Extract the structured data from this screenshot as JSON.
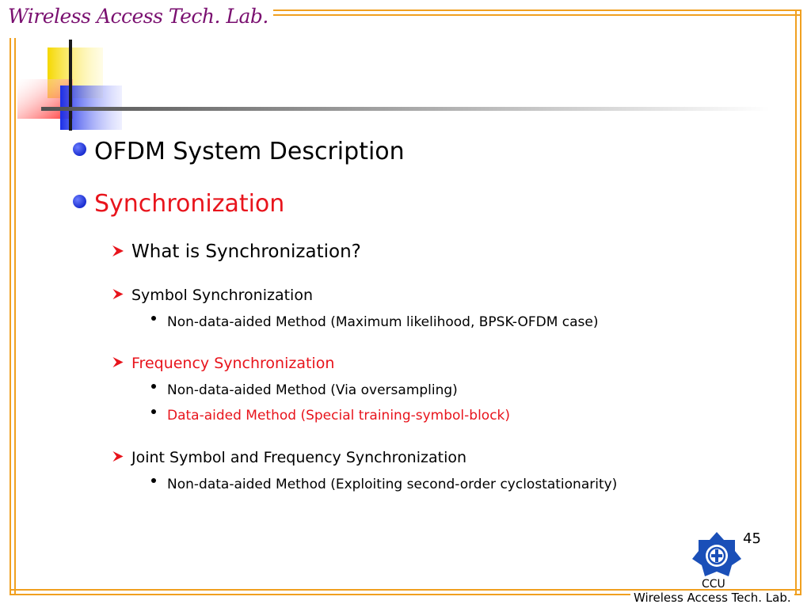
{
  "header": {
    "lab_name": "Wireless Access Tech. Lab."
  },
  "outline": {
    "ofdm": "OFDM System Description",
    "sync": "Synchronization",
    "what_is": "What is Synchronization?",
    "symbol_sync": "Symbol Synchronization",
    "symbol_nda": "Non-data-aided Method (Maximum likelihood, BPSK-OFDM case)",
    "freq_sync": "Frequency Synchronization",
    "freq_nda": "Non-data-aided Method (Via oversampling)",
    "freq_da": "Data-aided Method (Special training-symbol-block)",
    "joint_sync": "Joint Symbol and Frequency Synchronization",
    "joint_nda": "Non-data-aided Method (Exploiting second-order cyclostationarity)"
  },
  "footer": {
    "slide_number": "45",
    "ccu": "CCU",
    "lab_name": "Wireless Access Tech. Lab."
  },
  "colors": {
    "accent_red": "#e8141c",
    "bullet_blue": "#2a3ee0",
    "frame_orange": "#f0a020",
    "title_purple": "#7a1070"
  },
  "icons": [
    "circle-bullet-icon",
    "arrow-bullet-icon",
    "dot-bullet-icon",
    "ccu-logo-icon"
  ]
}
